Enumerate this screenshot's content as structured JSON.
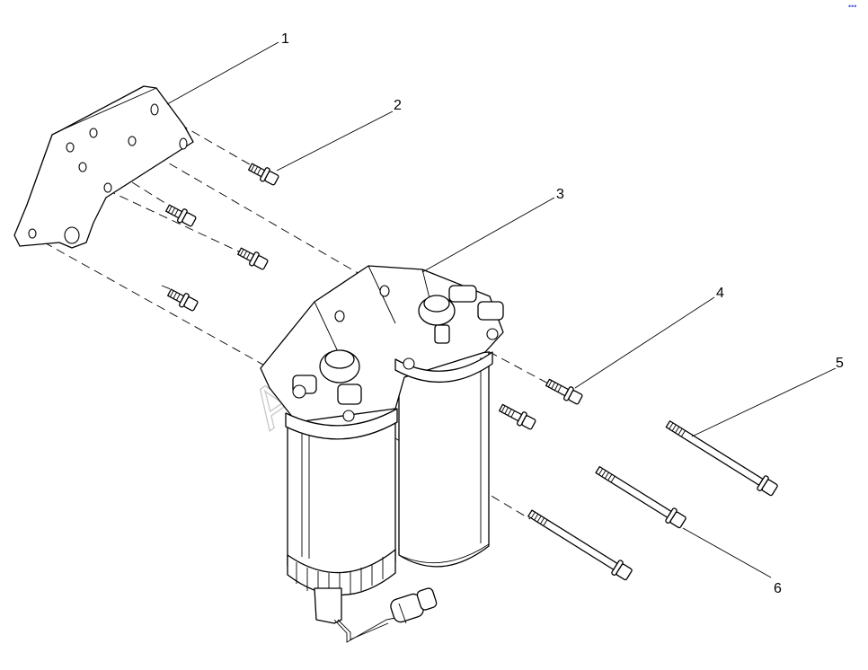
{
  "callouts": [
    "1",
    "2",
    "3",
    "4",
    "5",
    "6"
  ],
  "watermark": "Autosoft",
  "corner_mark": "•••"
}
